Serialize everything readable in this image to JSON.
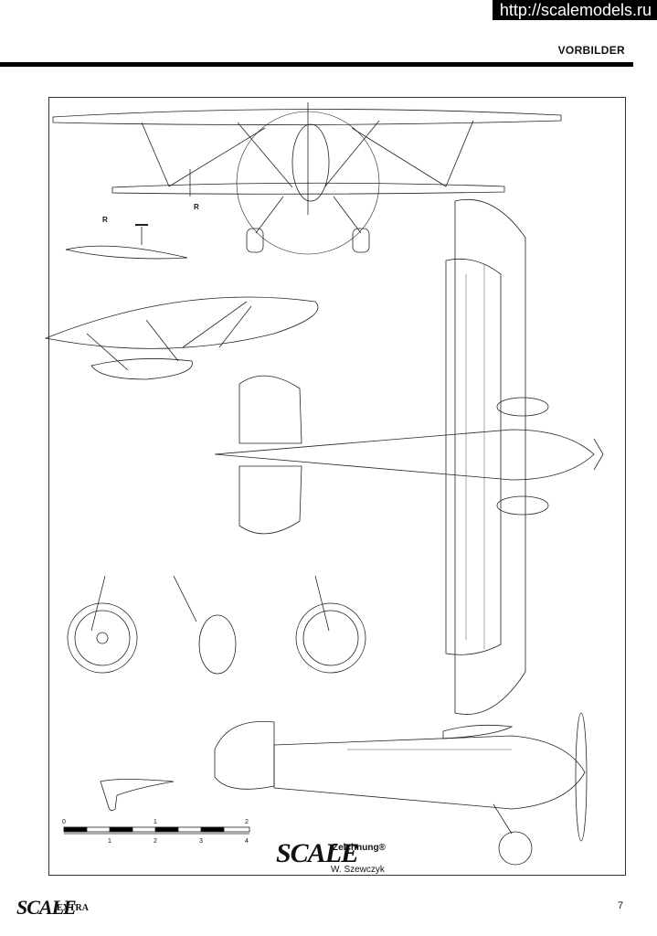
{
  "watermark": "http://scalemodels.ru",
  "section_title": "VORBILDER",
  "labels": {
    "r1": "R",
    "r2": "R"
  },
  "scale_top": [
    "0",
    "1",
    "2"
  ],
  "scale_bottom": [
    "1",
    "2",
    "3",
    "4"
  ],
  "brand": {
    "logo": "SCALE",
    "zeichnung": "Zeichnung®",
    "author": "W. Szewczyk"
  },
  "footer": {
    "logo": "SCALE",
    "extra": "EXTRA",
    "page": "7"
  }
}
